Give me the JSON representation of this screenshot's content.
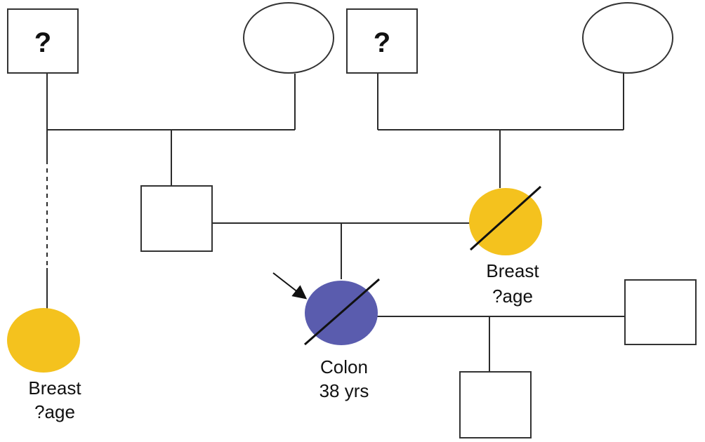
{
  "colors": {
    "affected_breast": "#F4C21E",
    "affected_colon": "#5A5CAE",
    "unaffected": "#FFFFFF",
    "line": "#2B2B2B"
  },
  "individuals": {
    "maternal_grandfather": {
      "sex": "male",
      "mark": "?",
      "affected": false
    },
    "maternal_grandmother": {
      "sex": "female",
      "affected": false
    },
    "paternal_grandfather": {
      "sex": "male",
      "mark": "?",
      "affected": false
    },
    "paternal_grandmother": {
      "sex": "female",
      "affected": false
    },
    "father": {
      "sex": "male",
      "affected": false
    },
    "mother": {
      "sex": "female",
      "affected": true,
      "deceased": true,
      "label_line1": "Breast",
      "label_line2": "?age"
    },
    "distant_relative": {
      "sex": "female",
      "affected": true,
      "label_line1": "Breast",
      "label_line2": "?age"
    },
    "proband": {
      "sex": "female",
      "affected": true,
      "deceased": true,
      "proband": true,
      "label_line1": "Colon",
      "label_line2": "38 yrs"
    },
    "spouse": {
      "sex": "male",
      "affected": false
    },
    "child": {
      "sex": "male",
      "affected": false
    }
  }
}
